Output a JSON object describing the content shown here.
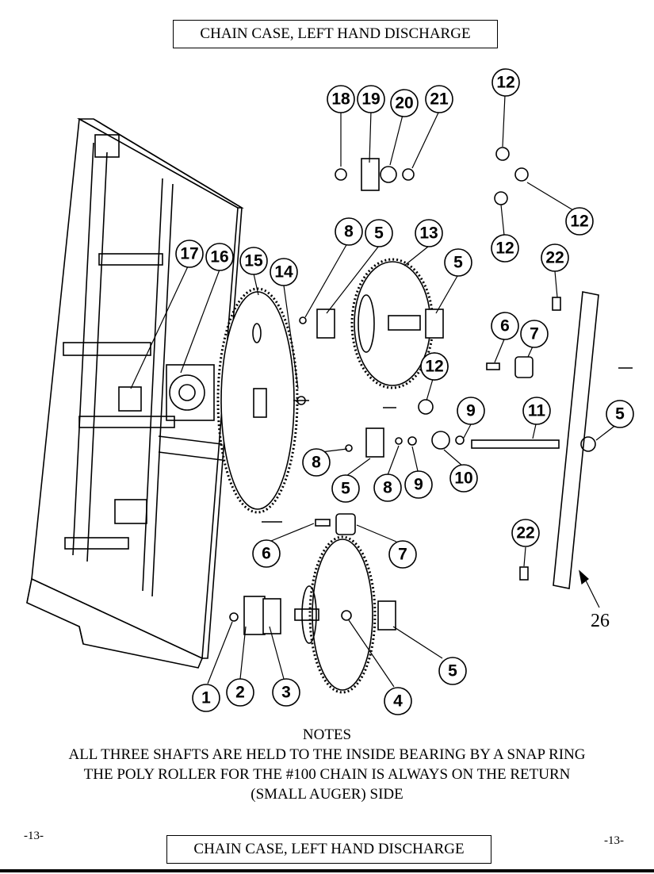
{
  "title": "CHAIN CASE, LEFT HAND DISCHARGE",
  "footer_title": "CHAIN CASE, LEFT HAND DISCHARGE",
  "page_number_left": "-13-",
  "page_number_right": "-13-",
  "notes": {
    "heading": "NOTES",
    "lines": [
      "ALL THREE SHAFTS ARE HELD TO THE INSIDE BEARING BY A SNAP RING",
      "THE POLY ROLLER FOR THE #100 CHAIN IS ALWAYS ON THE RETURN",
      "(SMALL AUGER) SIDE"
    ]
  },
  "callouts": [
    "18",
    "19",
    "20",
    "21",
    "12",
    "12",
    "12",
    "12",
    "8",
    "5",
    "13",
    "5",
    "17",
    "16",
    "15",
    "14",
    "22",
    "6",
    "7",
    "12",
    "9",
    "11",
    "5",
    "8",
    "5",
    "8",
    "9",
    "10",
    "6",
    "7",
    "22",
    "1",
    "2",
    "3",
    "4",
    "5"
  ],
  "reference_label": "26"
}
